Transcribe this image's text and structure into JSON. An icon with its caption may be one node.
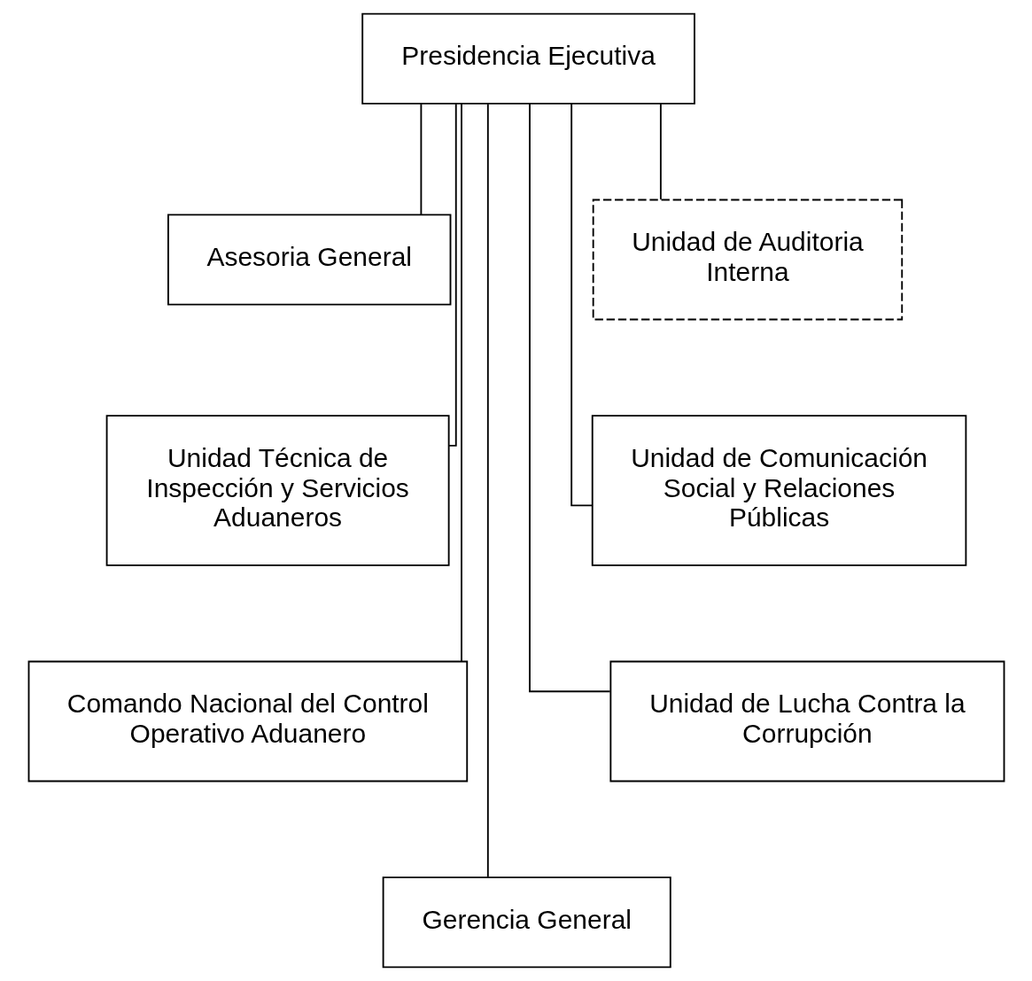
{
  "diagram": {
    "nodes": [
      {
        "text": [
          "Presidencia Ejecutiva"
        ]
      },
      {
        "text": [
          "Asesoria General"
        ]
      },
      {
        "text": [
          "Unidad de Auditoria Interna"
        ]
      },
      {
        "text": [
          "Unidad Técnica de Inspección y Servicios Aduaneros"
        ]
      },
      {
        "text": [
          "Unidad de Comunicación Social y Relaciones Públicas"
        ]
      },
      {
        "text": [
          "Comando Nacional del Control Operativo Aduanero"
        ]
      },
      {
        "text": [
          "Unidad de Lucha Contra la Corrupción"
        ]
      },
      {
        "text": [
          "Gerencia General"
        ]
      }
    ],
    "edges": [
      {
        "from": 0,
        "to": 1,
        "arrow": "none"
      },
      {
        "from": 0,
        "to": 2,
        "arrow": "none"
      },
      {
        "from": 0,
        "to": 3,
        "arrow": "none"
      },
      {
        "from": 0,
        "to": 4,
        "arrow": "none"
      },
      {
        "from": 0,
        "to": 5,
        "arrow": "none"
      },
      {
        "from": 0,
        "to": 6,
        "arrow": "none"
      },
      {
        "from": 0,
        "to": 7,
        "arrow": "none"
      }
    ]
  }
}
